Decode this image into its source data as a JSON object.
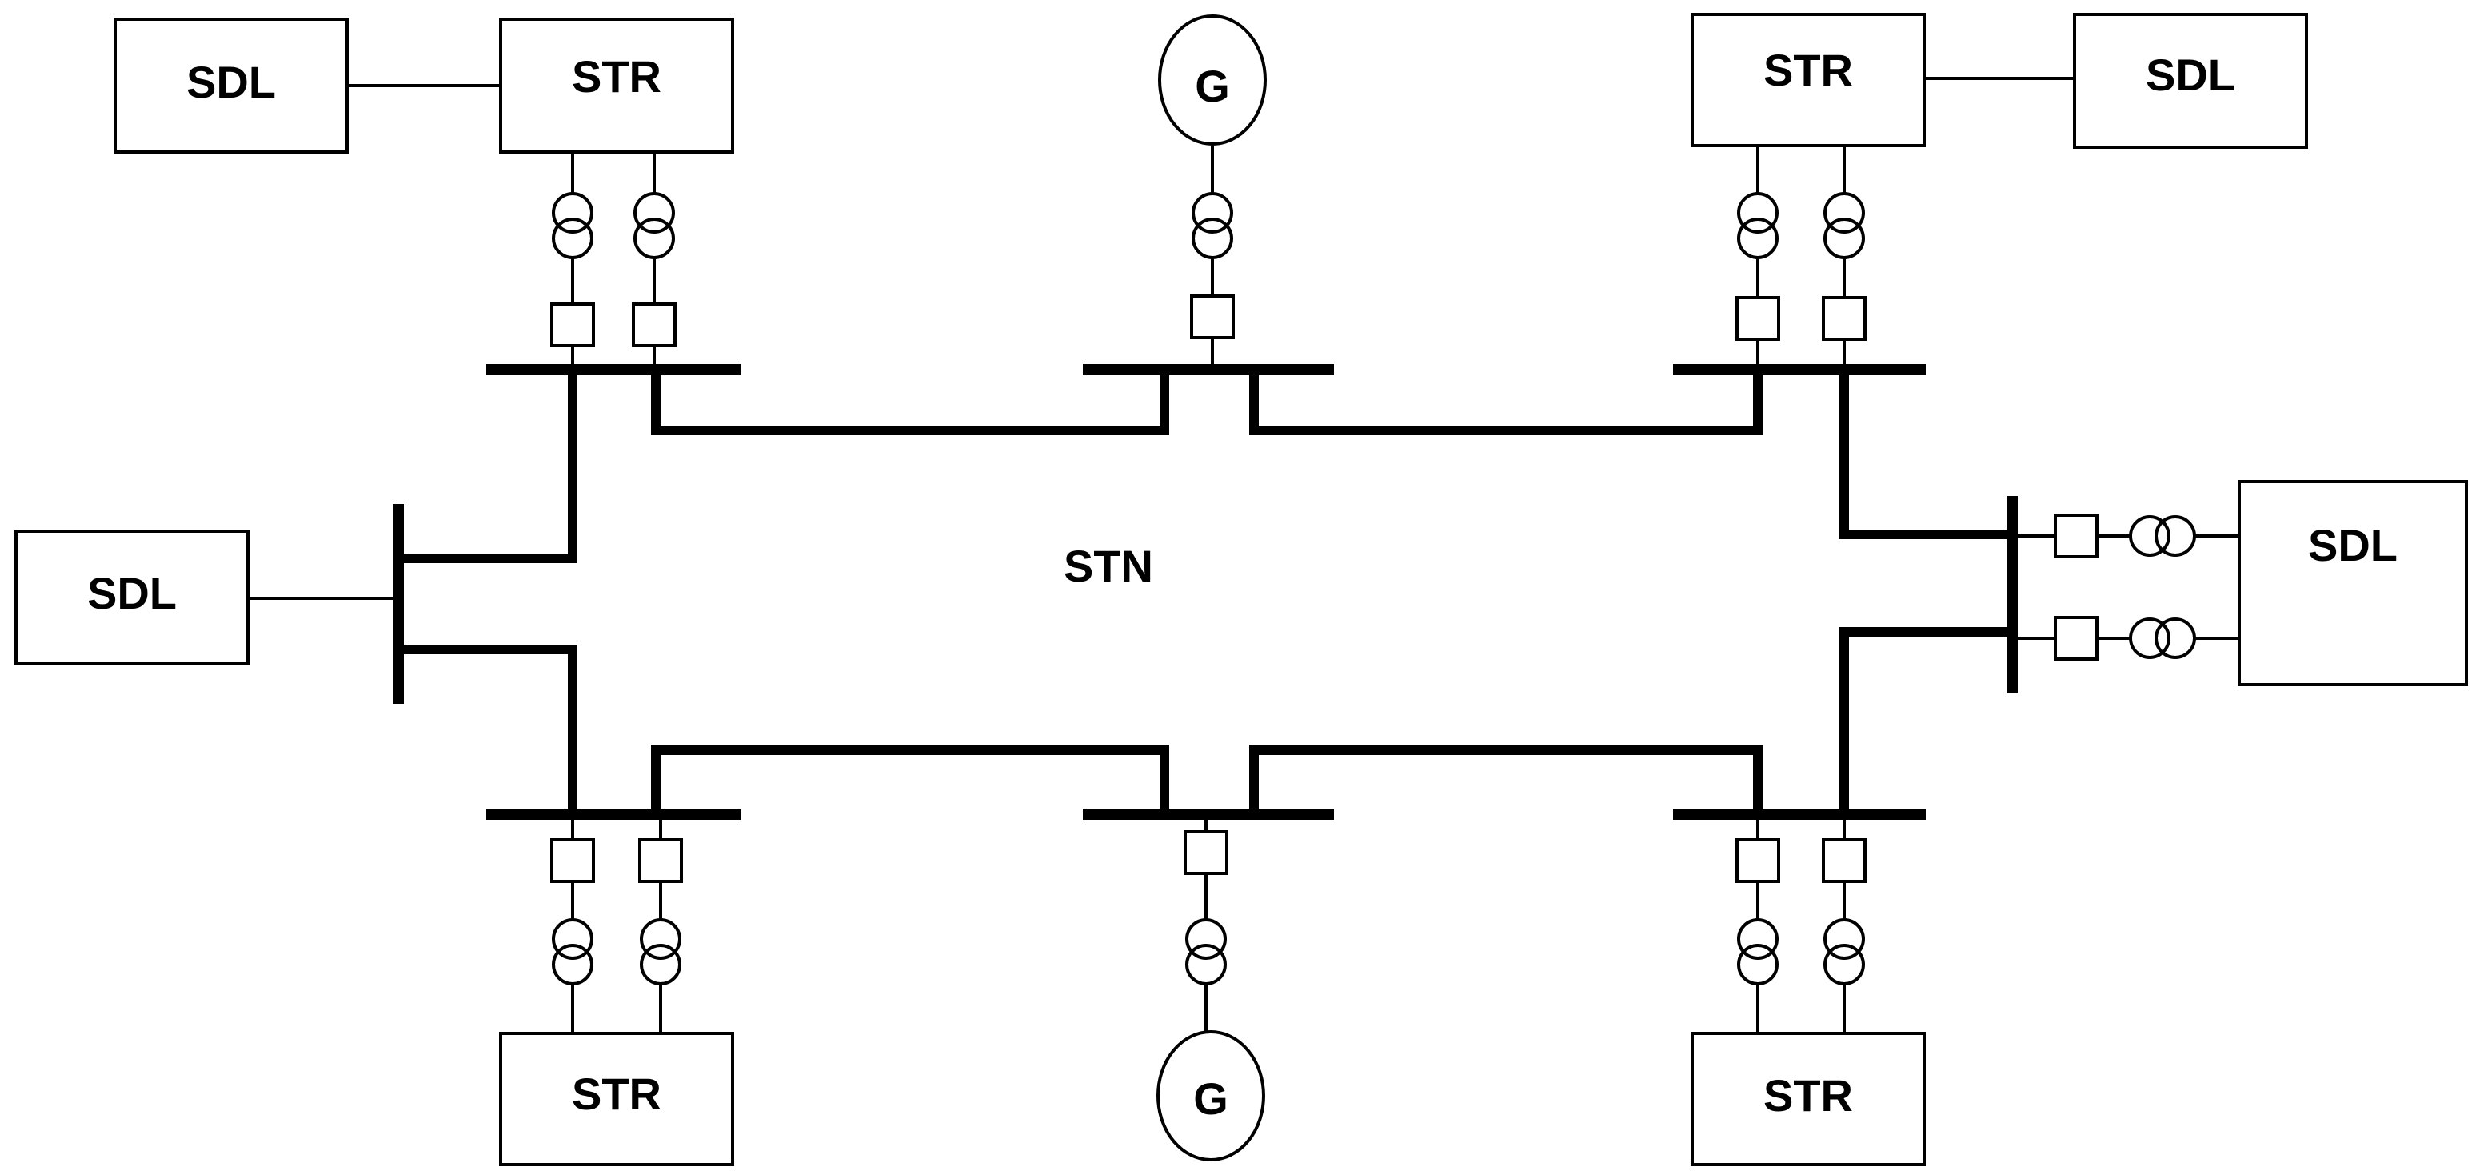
{
  "labels": {
    "network": "STN",
    "distribution": "SDL",
    "transformer_station": "STR",
    "generator": "G"
  }
}
